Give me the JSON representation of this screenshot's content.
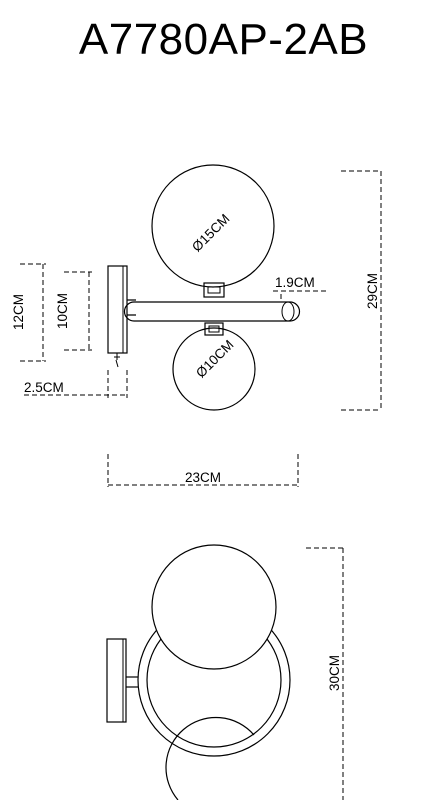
{
  "title": "A7780AP-2AB",
  "dimensions": {
    "large_globe": "Ø15CM",
    "small_globe": "Ø10CM",
    "arm_diameter": "1.9CM",
    "total_height_side": "29CM",
    "backplate_height": "12CM",
    "backplate_inner": "10CM",
    "backplate_depth": "2.5CM",
    "projection": "23CM",
    "total_height_front": "30CM"
  }
}
